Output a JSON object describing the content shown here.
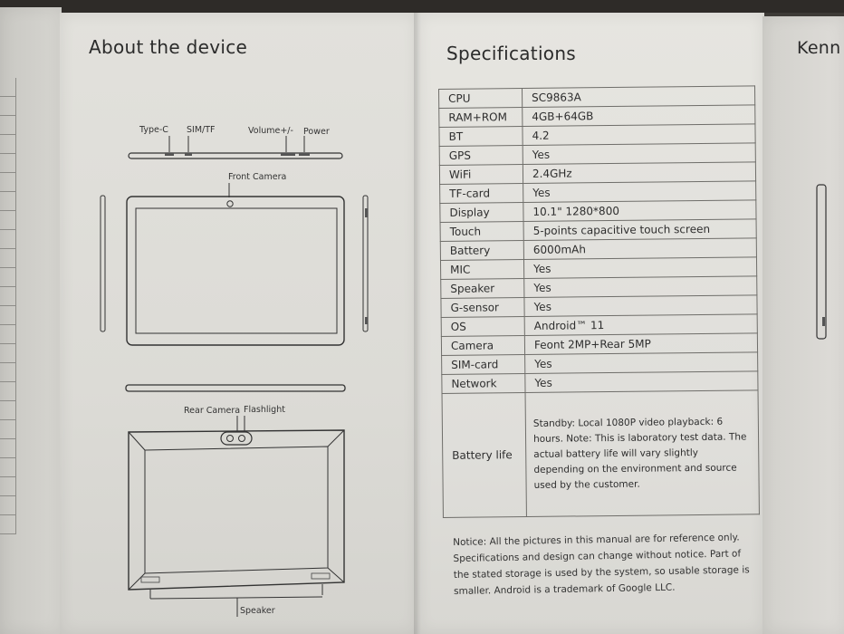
{
  "left_page": {
    "title": "About the device",
    "labels": {
      "type_c": "Type-C",
      "sim_tf": "SIM/TF",
      "volume": "Volume+/-",
      "power": "Power",
      "front_camera": "Front Camera",
      "rear_camera": "Rear Camera",
      "flashlight": "Flashlight",
      "speaker": "Speaker"
    }
  },
  "right_page": {
    "title": "Specifications",
    "specs": [
      {
        "key": "CPU",
        "value": "SC9863A"
      },
      {
        "key": "RAM+ROM",
        "value": "4GB+64GB"
      },
      {
        "key": "BT",
        "value": "4.2"
      },
      {
        "key": "GPS",
        "value": "Yes"
      },
      {
        "key": "WiFi",
        "value": "2.4GHz"
      },
      {
        "key": "TF-card",
        "value": "Yes"
      },
      {
        "key": "Display",
        "value": "10.1\" 1280*800"
      },
      {
        "key": "Touch",
        "value": "5-points capacitive touch screen"
      },
      {
        "key": "Battery",
        "value": "6000mAh"
      },
      {
        "key": "MIC",
        "value": "Yes"
      },
      {
        "key": "Speaker",
        "value": "Yes"
      },
      {
        "key": "G-sensor",
        "value": "Yes"
      },
      {
        "key": "OS",
        "value": "Android™ 11"
      },
      {
        "key": "Camera",
        "value": "Feont 2MP+Rear 5MP"
      },
      {
        "key": "SIM-card",
        "value": "Yes"
      },
      {
        "key": "Network",
        "value": "Yes"
      }
    ],
    "battery_life": {
      "key": "Battery life",
      "value": "Standby: Local 1080P video playback: 6 hours. Note: This is laboratory test data. The actual battery life will vary slightly depending on the environment and source used by the customer."
    },
    "notice": "Notice: All the pictures in this manual are for reference only. Specifications and design can change without notice. Part of the stated storage is used by the system, so usable storage is smaller. Android is a trademark of Google LLC."
  },
  "far_page": {
    "title_fragment": "Kenn"
  }
}
